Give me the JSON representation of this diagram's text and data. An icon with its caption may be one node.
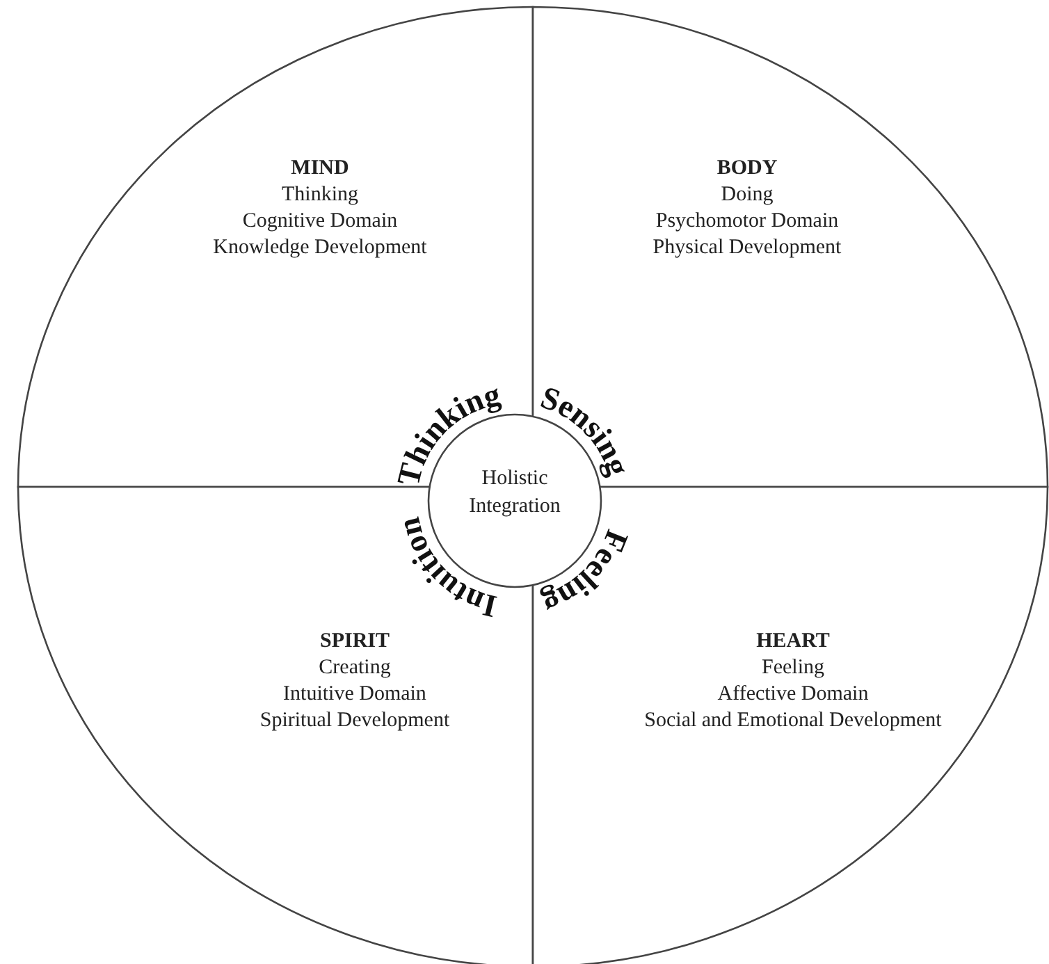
{
  "diagram": {
    "nodes": [
      {
        "text": [
          "MIND",
          "Thinking",
          "Cognitive Domain",
          "Knowledge Development"
        ]
      },
      {
        "text": [
          "BODY",
          "Doing",
          "Psychomotor Domain",
          "Physical Development"
        ]
      },
      {
        "text": [
          "SPIRIT",
          "Creating",
          "Intuitive Domain",
          "Spiritual Development"
        ]
      },
      {
        "text": [
          "HEART",
          "Feeling",
          "Affective Domain",
          "Social and Emotional Development"
        ]
      },
      {
        "text": [
          "Holistic Integration"
        ]
      }
    ],
    "labels": [
      "Thinking",
      "Sensing",
      "Feeling",
      "Intuition"
    ]
  }
}
